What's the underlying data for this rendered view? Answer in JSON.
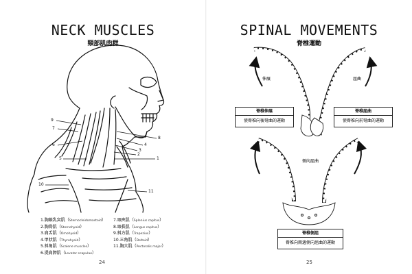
{
  "left_page": {
    "title": "NECK MUSCLES",
    "subtitle": "頸部肌肉群",
    "page_number": "24",
    "callouts": [
      "1",
      "2",
      "3",
      "4",
      "5",
      "6",
      "7",
      "8",
      "9",
      "10",
      "11"
    ],
    "legend_left": [
      {
        "zh": "1.胸鎖乳突肌",
        "en": "Sternocleidomastoid"
      },
      {
        "zh": "2.胸骨肌",
        "en": "Sternohyoid"
      },
      {
        "zh": "3.肩舌肌",
        "en": "Omohyoid"
      },
      {
        "zh": "4.甲狀肌",
        "en": "Thyrohyoid"
      },
      {
        "zh": "5.斜角肌",
        "en": "Scalene muscles"
      },
      {
        "zh": "6.提肩胛肌",
        "en": "Levator scapulae"
      }
    ],
    "legend_right": [
      {
        "zh": "7.頭夾肌",
        "en": "Splenius capitus"
      },
      {
        "zh": "8.頭長肌",
        "en": "Longus capitus"
      },
      {
        "zh": "9.斜方肌",
        "en": "Trapezius"
      },
      {
        "zh": "10.三角肌",
        "en": "Deltoid"
      },
      {
        "zh": "11.胸大肌",
        "en": "Pectoralis major"
      }
    ]
  },
  "right_page": {
    "title": "SPINAL MOVEMENTS",
    "subtitle": "脊椎運動",
    "page_number": "25",
    "labels": {
      "flexion": "伸展",
      "extension": "屈曲",
      "lateral": "側向屈曲"
    },
    "box_left": {
      "heading": "脊椎伸展",
      "body": "使脊椎向後彎曲的運動"
    },
    "box_right": {
      "heading": "脊椎屈曲",
      "body": "使脊椎向前彎曲的運動"
    },
    "box_bottom": {
      "heading": "脊椎側屈",
      "body": "脊椎向兩邊側向屈曲的運動"
    }
  }
}
